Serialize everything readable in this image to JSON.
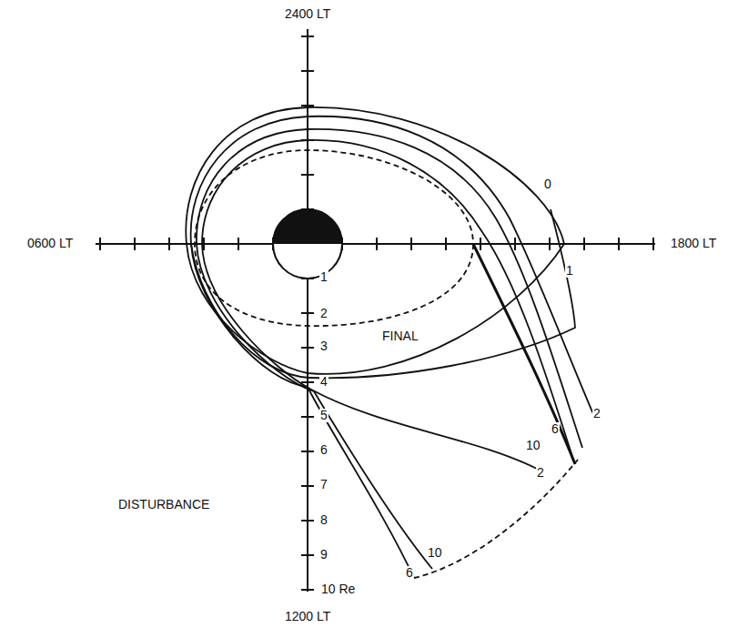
{
  "diagram": {
    "labels": [
      "2400 LT",
      "0600 LT",
      "1800 LT",
      "1200 LT",
      "1",
      "2",
      "3",
      "4",
      "5",
      "6",
      "7",
      "8",
      "9",
      "10 Re",
      "FINAL",
      "DISTURBANCE",
      "0",
      "1",
      "2",
      "10",
      "6",
      "2",
      "6",
      "10"
    ]
  }
}
